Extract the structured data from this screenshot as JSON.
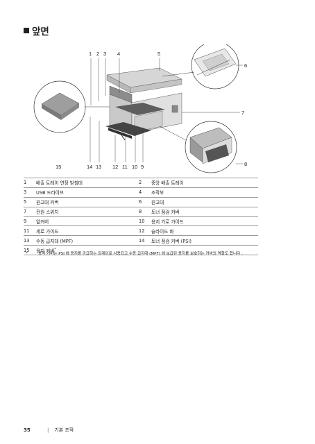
{
  "heading": {
    "bullet": "■",
    "title": "앞면"
  },
  "callouts": {
    "n1": "1",
    "n2": "2",
    "n3": "3",
    "n4": "4",
    "n5": "5",
    "n6": "6",
    "n7": "7",
    "n8": "8",
    "n9": "9",
    "n10": "10",
    "n11": "11",
    "n12": "12",
    "n13": "13",
    "n14": "14",
    "n15": "15"
  },
  "parts": [
    {
      "num1": "1",
      "label1": "배출 트레이 연장 받침대",
      "num2": "2",
      "label2": "중앙 배출 트레이"
    },
    {
      "num1": "3",
      "label1": "USB 드라이브",
      "num2": "4",
      "label2": "조작부"
    },
    {
      "num1": "5",
      "label1": "원고대 커버",
      "num2": "6",
      "label2": "원고대"
    },
    {
      "num1": "7",
      "label1": "전원 스위치",
      "num2": "8",
      "label2": "토너 점검 커버"
    },
    {
      "num1": "9",
      "label1": "앞커버",
      "num2": "10",
      "label2": "용지 가로 가이드"
    },
    {
      "num1": "11",
      "label1": "세로 가이드",
      "num2": "12",
      "label2": "슬라이드 바"
    },
    {
      "num1": "13",
      "label1": "수동 급지대 (MPF)",
      "num2": "14",
      "label2": "토너 점검 커버 (PSI)"
    }
  ],
  "last_part": {
    "num": "15",
    "label": "용지 커버",
    "mark": "*"
  },
  "footnote": {
    "mark": "*",
    "text": "용지 커버는 PSI 에 용지를 공급하는 트레이로 사용되고 수동 급지대 (MPF) 에 보급된 용지를 보호하는 커버의 역할도 합니다 ."
  },
  "footer": {
    "page_number": "35",
    "separator": "|",
    "section": "기본 조작"
  }
}
